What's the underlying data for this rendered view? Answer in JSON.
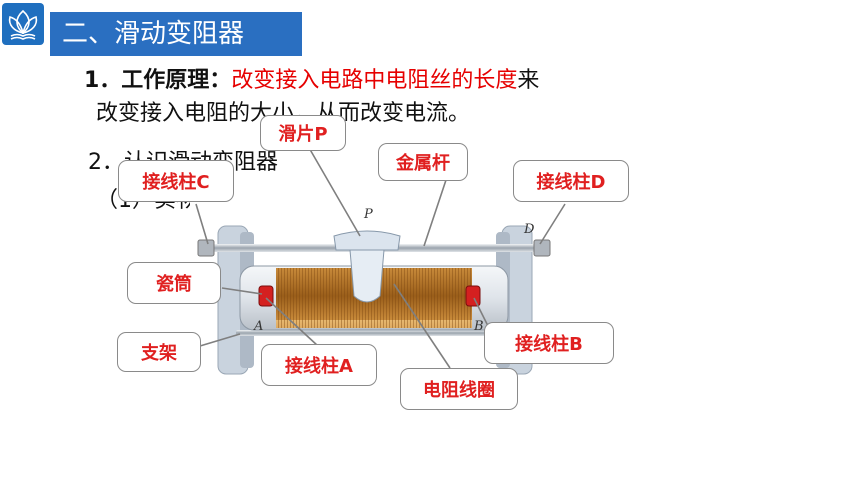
{
  "header": {
    "logo_icon": "flower-book-icon",
    "title": "二、滑动变阻器",
    "bar_color": "#2a6fc1"
  },
  "content": {
    "p1_prefix": "1．工作原理：",
    "p1_highlight": "改变接入电路中电阻丝的长度",
    "p1_suffix": "来",
    "p1_line2": "改变接入电阻的大小，从而改变电流。",
    "p2": "2．认识滑动变阻器",
    "p2_sub": "（1）实物图："
  },
  "diagram": {
    "letter_p": "P",
    "letter_a": "A",
    "letter_b": "B",
    "letter_d": "D"
  },
  "callouts": {
    "slider_p": "滑片P",
    "metal_rod": "金属杆",
    "terminal_c": "接线柱C",
    "terminal_d": "接线柱D",
    "ceramic_tube": "瓷筒",
    "bracket": "支架",
    "terminal_a": "接线柱A",
    "terminal_b": "接线柱B",
    "resistance_coil": "电阻线圈"
  },
  "colors": {
    "highlight": "#e60000",
    "callout_text": "#e02020"
  }
}
